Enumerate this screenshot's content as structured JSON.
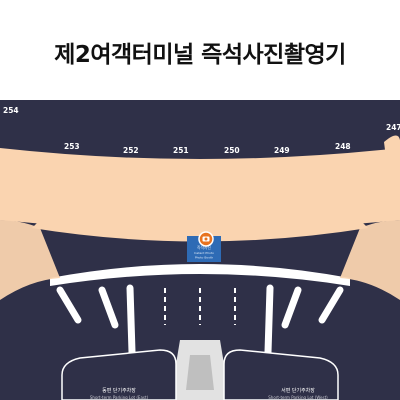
{
  "title": "제2여객터미널 즉석사진촬영기",
  "map": {
    "gates": [
      "254",
      "253",
      "252",
      "251",
      "250",
      "249",
      "248",
      "247"
    ],
    "poi": {
      "label_line1": "즉석사진",
      "label_line2": "Instant Photo",
      "label_line3": "Photo Booth",
      "icon": "camera-marker-icon"
    },
    "parking": {
      "east_ko": "동편 단기주차장",
      "east_en": "Short-term Parking Lot (East)",
      "west_ko": "서편 단기주차장",
      "west_en": "Short-term Parking Lot (West)"
    },
    "colors": {
      "concourse": "#fad4b0",
      "background": "#2f3048",
      "marker": "#e8731f",
      "poi_box": "#2e6bb5"
    }
  }
}
